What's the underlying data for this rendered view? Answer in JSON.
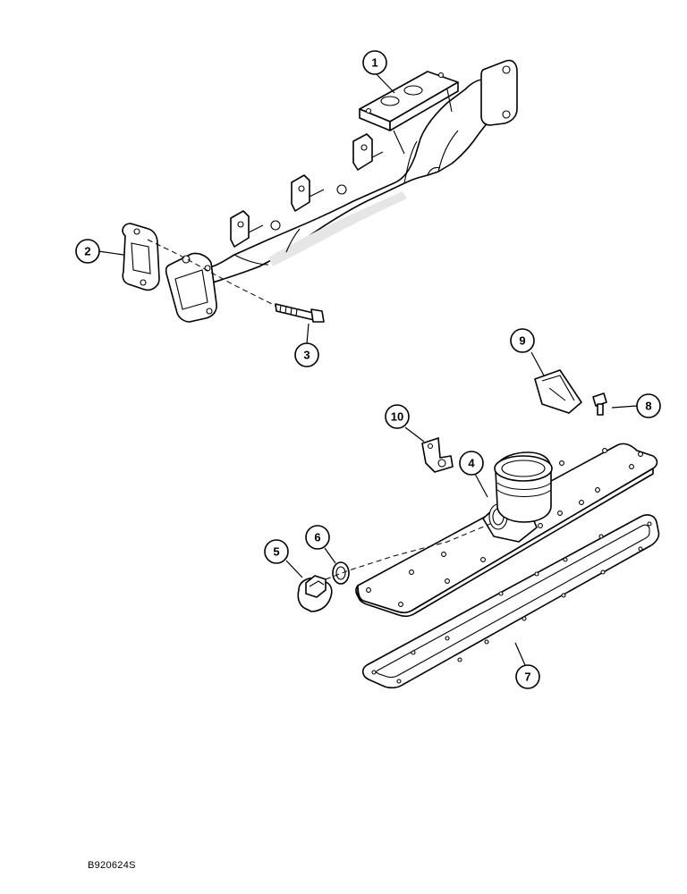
{
  "callouts": [
    "1",
    "2",
    "3",
    "4",
    "5",
    "6",
    "7",
    "8",
    "9",
    "10"
  ],
  "document_code": "B920624S"
}
